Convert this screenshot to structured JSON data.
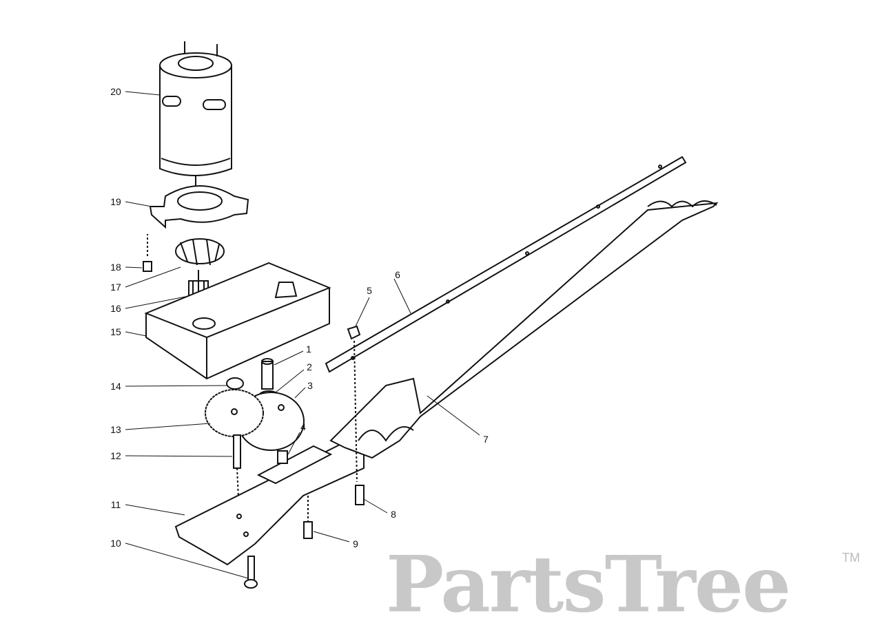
{
  "watermark": {
    "text": "PartsTree",
    "trademark": "TM",
    "color": "#c8c8c8"
  },
  "callouts": [
    {
      "id": "20",
      "label": "20"
    },
    {
      "id": "19",
      "label": "19"
    },
    {
      "id": "18",
      "label": "18"
    },
    {
      "id": "17",
      "label": "17"
    },
    {
      "id": "16",
      "label": "16"
    },
    {
      "id": "15",
      "label": "15"
    },
    {
      "id": "14",
      "label": "14"
    },
    {
      "id": "13",
      "label": "13"
    },
    {
      "id": "12",
      "label": "12"
    },
    {
      "id": "11",
      "label": "11"
    },
    {
      "id": "10",
      "label": "10"
    },
    {
      "id": "1",
      "label": "1"
    },
    {
      "id": "2",
      "label": "2"
    },
    {
      "id": "3",
      "label": "3"
    },
    {
      "id": "4",
      "label": "4"
    },
    {
      "id": "5",
      "label": "5"
    },
    {
      "id": "6",
      "label": "6"
    },
    {
      "id": "7",
      "label": "7"
    },
    {
      "id": "8",
      "label": "8"
    },
    {
      "id": "9",
      "label": "9"
    }
  ]
}
